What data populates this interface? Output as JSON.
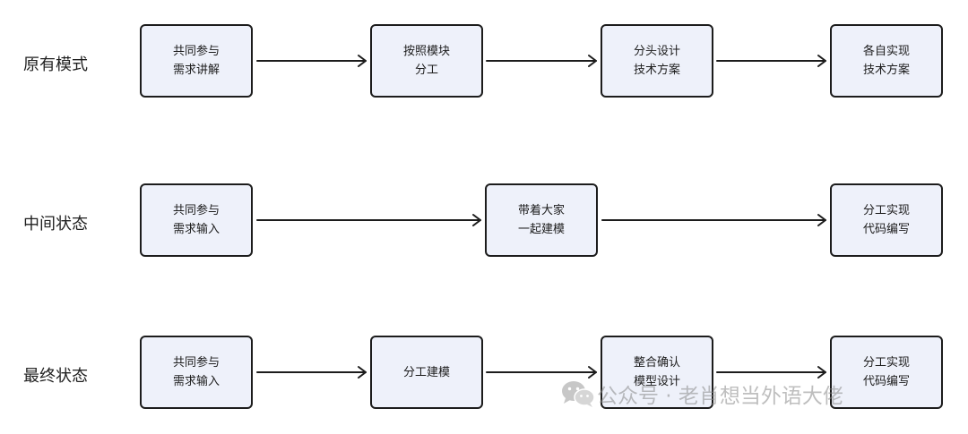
{
  "rows": [
    {
      "label": "原有模式",
      "nodes": [
        {
          "line1": "共同参与",
          "line2": "需求讲解"
        },
        {
          "line1": "按照模块",
          "line2": "分工"
        },
        {
          "line1": "分头设计",
          "line2": "技术方案"
        },
        {
          "line1": "各自实现",
          "line2": "技术方案"
        }
      ]
    },
    {
      "label": "中间状态",
      "nodes": [
        {
          "line1": "共同参与",
          "line2": "需求输入"
        },
        {
          "line1": "带着大家",
          "line2": "一起建模"
        },
        {
          "line1": "分工实现",
          "line2": "代码编写"
        }
      ]
    },
    {
      "label": "最终状态",
      "nodes": [
        {
          "line1": "共同参与",
          "line2": "需求输入"
        },
        {
          "line1": "分工建模",
          "line2": ""
        },
        {
          "line1": "整合确认",
          "line2": "模型设计"
        },
        {
          "line1": "分工实现",
          "line2": "代码编写"
        }
      ]
    }
  ],
  "watermark": {
    "text": "公众号 · 老肖想当外语大佬",
    "icon": "wechat-icon"
  },
  "colors": {
    "node_fill": "#eef1fa",
    "node_border": "#1c1c1c",
    "arrow": "#1c1c1c",
    "label_text": "#1f1f1f"
  }
}
